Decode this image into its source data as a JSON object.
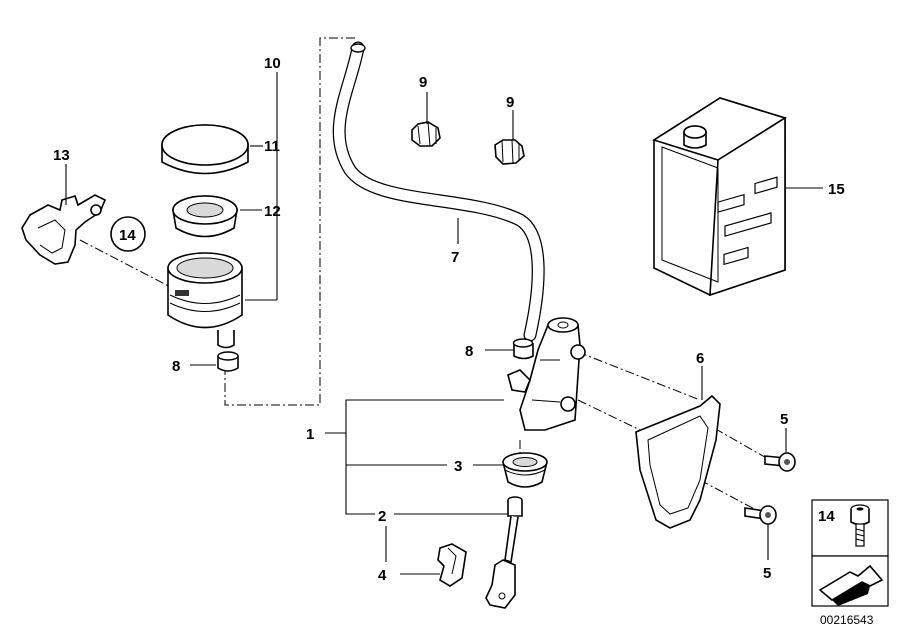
{
  "diagram": {
    "callouts": {
      "c1": "1",
      "c2": "2",
      "c3": "3",
      "c4": "4",
      "c5a": "5",
      "c5b": "5",
      "c6": "6",
      "c7": "7",
      "c8a": "8",
      "c8b": "8",
      "c9a": "9",
      "c9b": "9",
      "c10": "10",
      "c11": "11",
      "c12": "12",
      "c13": "13",
      "c14": "14",
      "c15": "15"
    },
    "legend_box": {
      "label": "14"
    },
    "part_number": "00216543"
  }
}
